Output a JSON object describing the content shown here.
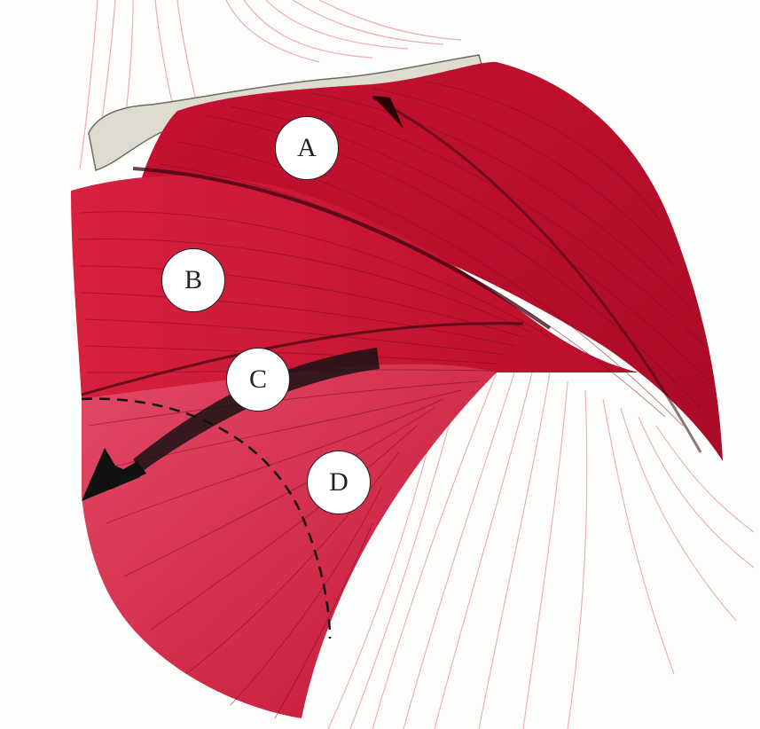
{
  "labels": {
    "a": "A",
    "b": "B",
    "c": "C",
    "d": "D"
  },
  "colors": {
    "muscle_dark": "#b80f2a",
    "muscle_mid": "#d4183a",
    "muscle_light": "#e64a68",
    "fiber_line": "#7a0818",
    "tendon_pale": "#e9a3a8",
    "clavicle": "#d9d7c9",
    "background": "#fdfdfb",
    "arrow": "#111111"
  }
}
